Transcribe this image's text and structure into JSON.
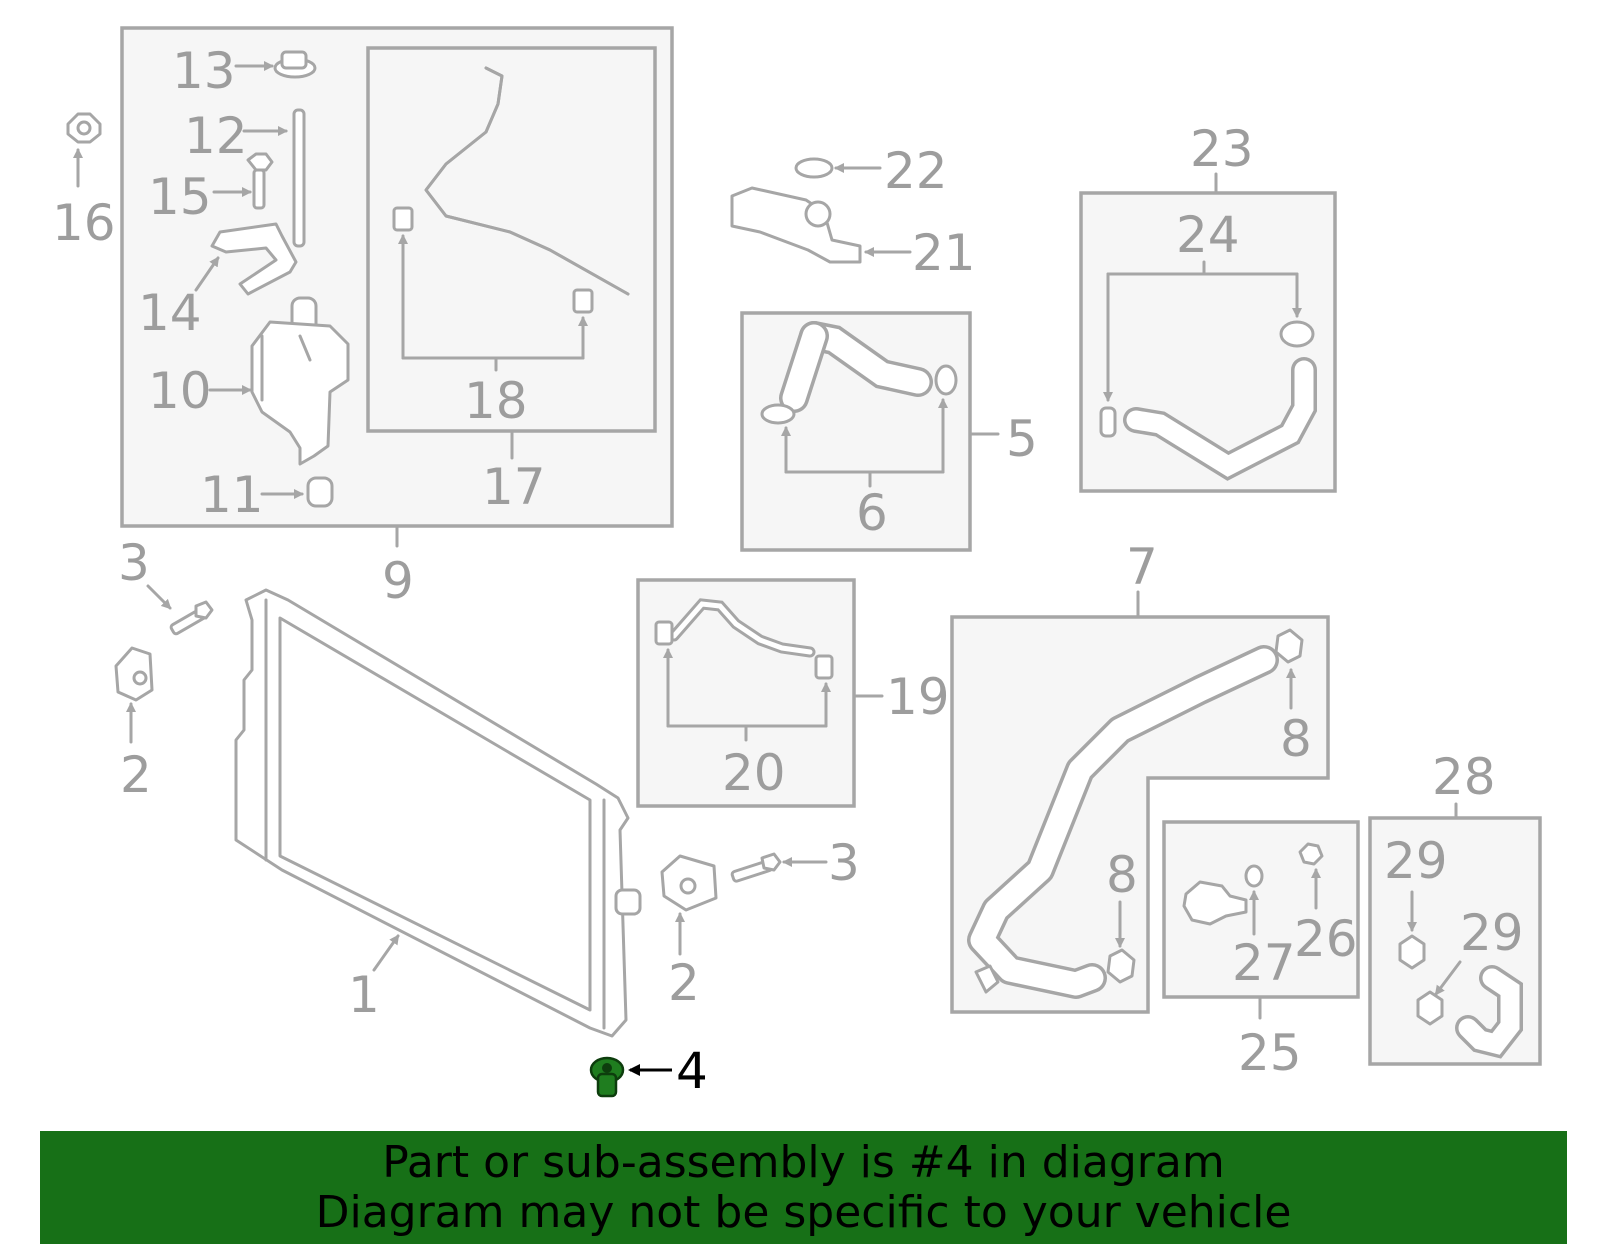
{
  "labels": {
    "p1": "1",
    "p2a": "2",
    "p2b": "2",
    "p3a": "3",
    "p3b": "3",
    "p4": "4",
    "p5": "5",
    "p6": "6",
    "p7": "7",
    "p8a": "8",
    "p8b": "8",
    "p9": "9",
    "p10": "10",
    "p11": "11",
    "p12": "12",
    "p13": "13",
    "p14": "14",
    "p15": "15",
    "p16": "16",
    "p17": "17",
    "p18": "18",
    "p19": "19",
    "p20": "20",
    "p21": "21",
    "p22": "22",
    "p23": "23",
    "p24": "24",
    "p25": "25",
    "p26": "26",
    "p27": "27",
    "p28": "28",
    "p29a": "29",
    "p29b": "29"
  },
  "highlighted_part": "4",
  "banner": {
    "line1": "Part or sub-assembly is #4 in diagram",
    "line2": "Diagram may not be specific to your vehicle"
  },
  "colors": {
    "line": "#a6a6a6",
    "highlight_part": "#1f7d1f",
    "banner_bg": "#177017"
  }
}
